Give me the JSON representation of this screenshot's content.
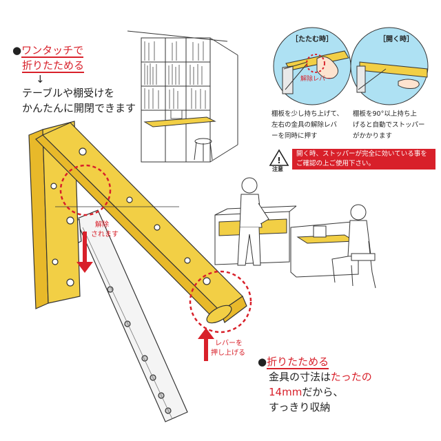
{
  "feature_top": {
    "heading_line1": "ワンタッチで",
    "heading_line2": "折りたためる",
    "arrow": "↓",
    "body_line1": "テーブルや棚受けを",
    "body_line2": "かんたんに開閉できます"
  },
  "callouts": {
    "release_line1": "解除",
    "release_line2": "されます",
    "lever_line1": "レバーを",
    "lever_line2": "押し上げる"
  },
  "diagram_fold": {
    "title": "［たたむ時］",
    "lever_label": "解除レバー",
    "caption_line1": "棚板を少し持ち上げて、",
    "caption_line2": "左右の金具の解除レバ",
    "caption_line3": "ーを同時に押す"
  },
  "diagram_open": {
    "title": "［開く時］",
    "caption_line1": "棚板を90°以上持ち上",
    "caption_line2": "げると自動でストッパー",
    "caption_line3": "がかかります"
  },
  "caution": {
    "label": "注意",
    "line1": "開く時、ストッパーが完全に効いている事を",
    "line2": "ご確認の上ご使用下さい。"
  },
  "feature_bottom": {
    "heading": "折りたためる",
    "line1_a": "金具の寸法は",
    "line1_b": "たったの",
    "line2_a": "14mm",
    "line2_b": "だから、",
    "line3": "すっきり収納"
  },
  "colors": {
    "accent_red": "#d8202a",
    "bracket_yellow": "#f2cf45",
    "ink": "#222222"
  }
}
